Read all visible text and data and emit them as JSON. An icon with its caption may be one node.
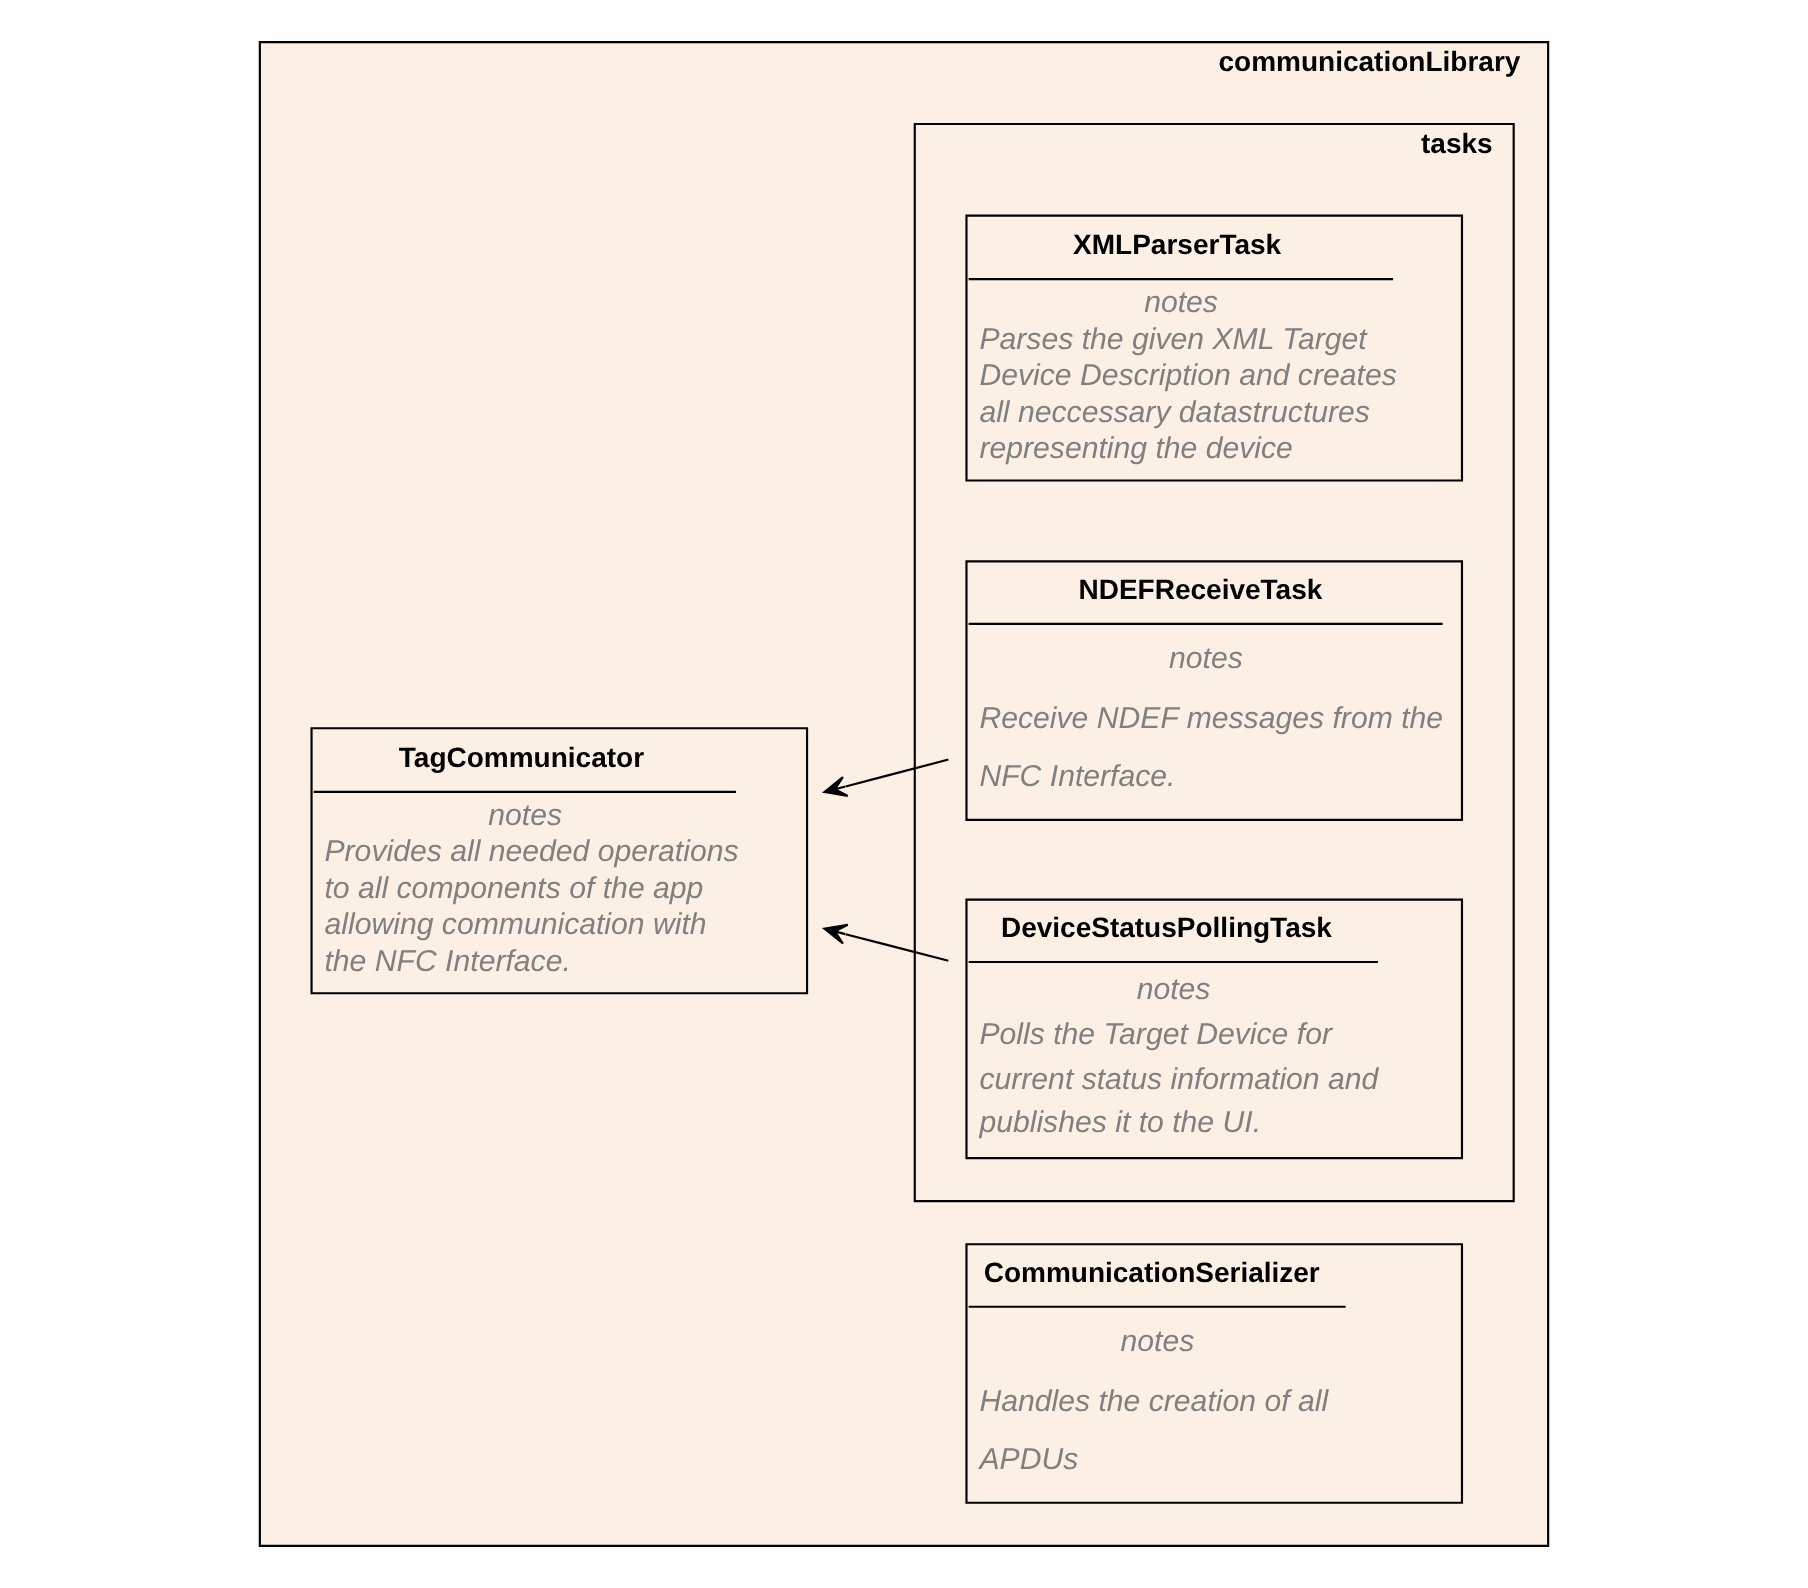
{
  "diagram": {
    "nodes": [
      {
        "text": [
          "communicationLibrary"
        ]
      },
      {
        "text": [
          "tasks"
        ],
        "in": 0
      },
      {
        "text": [
          "XMLParserTask",
          "notes",
          "Parses the given XML Target Device Description and creates all neccessary datastructures representing the device"
        ],
        "in": 1
      },
      {
        "text": [
          "TagCommunicator",
          "notes",
          "Provides all needed operations to all components of the app allowing communication with the NFC Interface."
        ],
        "in": 0
      },
      {
        "text": [
          "NDEFReceiveTask",
          "notes",
          "Receive NDEF messages from the NFC Interface."
        ],
        "in": 1
      },
      {
        "text": [
          "CommunicationSerializer",
          "notes",
          "Handles the creation of all APDUs"
        ],
        "in": 0
      },
      {
        "text": [
          "DeviceStatusPollingTask",
          "notes",
          "Polls the Target Device for current status information and publishes it to the UI."
        ],
        "in": 1
      }
    ],
    "edges": [
      {
        "from": 4,
        "to": 3,
        "arrow": "to"
      },
      {
        "from": 6,
        "to": 3,
        "arrow": "to"
      }
    ]
  }
}
